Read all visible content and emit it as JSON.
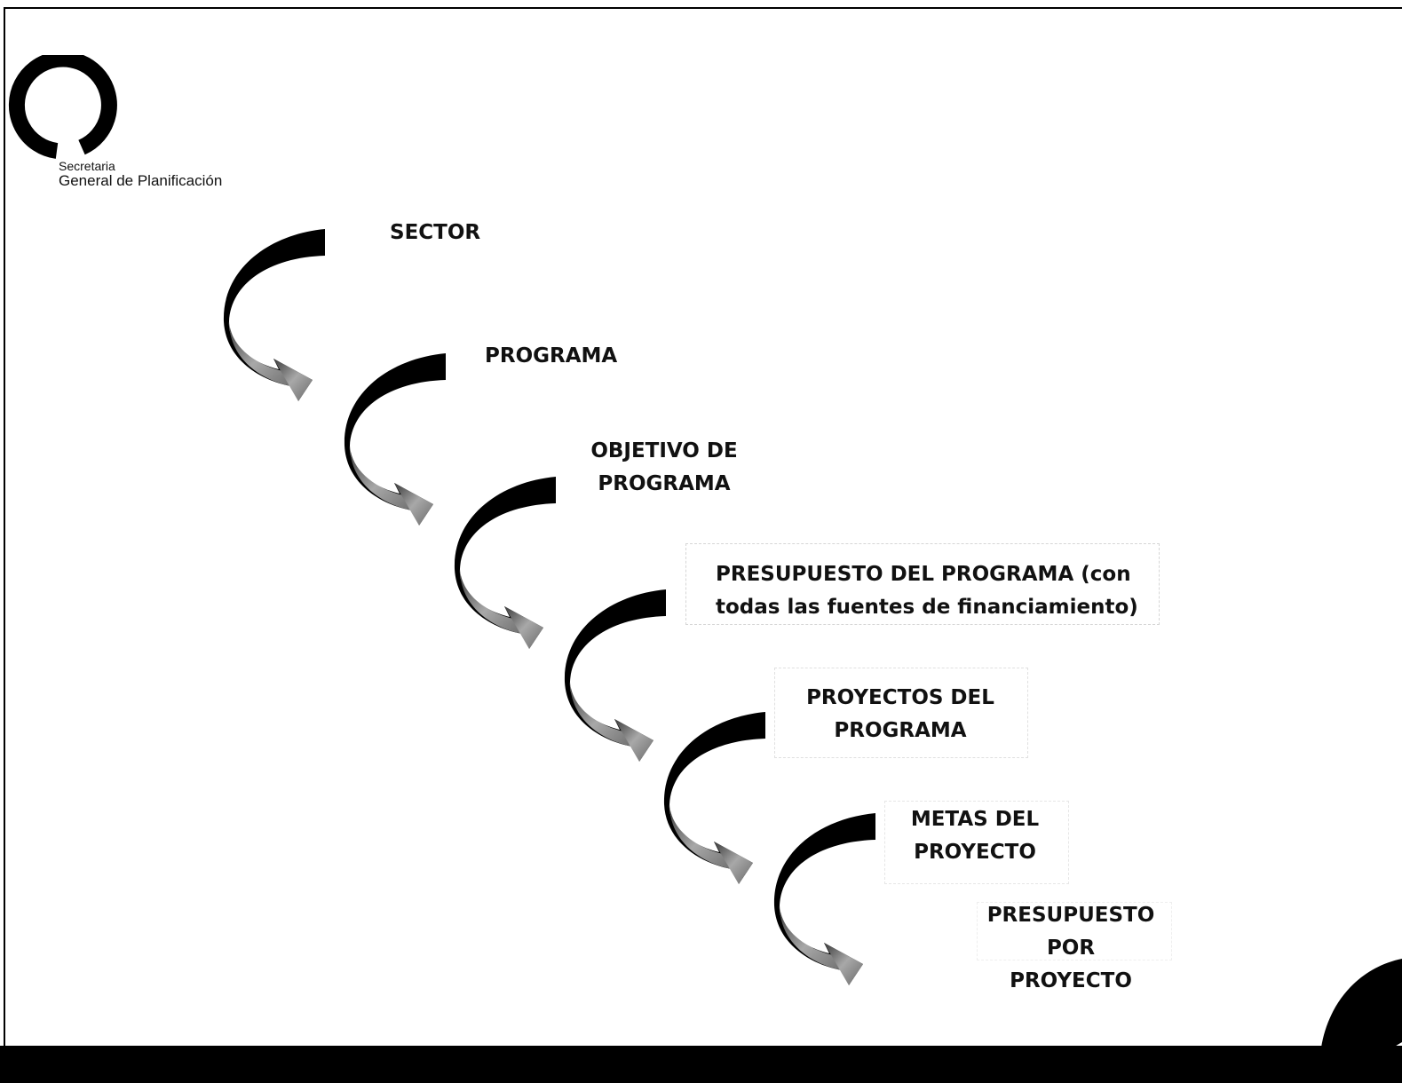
{
  "logo": {
    "org_line1": "Secretaria",
    "org_line2": "General de Planificación"
  },
  "steps": [
    {
      "label_lines": [
        "SECTOR"
      ]
    },
    {
      "label_lines": [
        "PROGRAMA"
      ]
    },
    {
      "label_lines": [
        "OBJETIVO  DE",
        "PROGRAMA"
      ]
    },
    {
      "label_lines": [
        "PRESUPUESTO DEL PROGRAMA (con",
        "todas las fuentes de financiamiento)"
      ]
    },
    {
      "label_lines": [
        "PROYECTOS DEL",
        "PROGRAMA"
      ]
    },
    {
      "label_lines": [
        "METAS DEL",
        "PROYECTO"
      ]
    },
    {
      "label_lines": [
        "PRESUPUESTO",
        "POR",
        "PROYECTO"
      ]
    }
  ],
  "colors": {
    "arrow_fill": "#000000",
    "arrow_shade": "#8a8a8a",
    "footer": "#000000"
  }
}
